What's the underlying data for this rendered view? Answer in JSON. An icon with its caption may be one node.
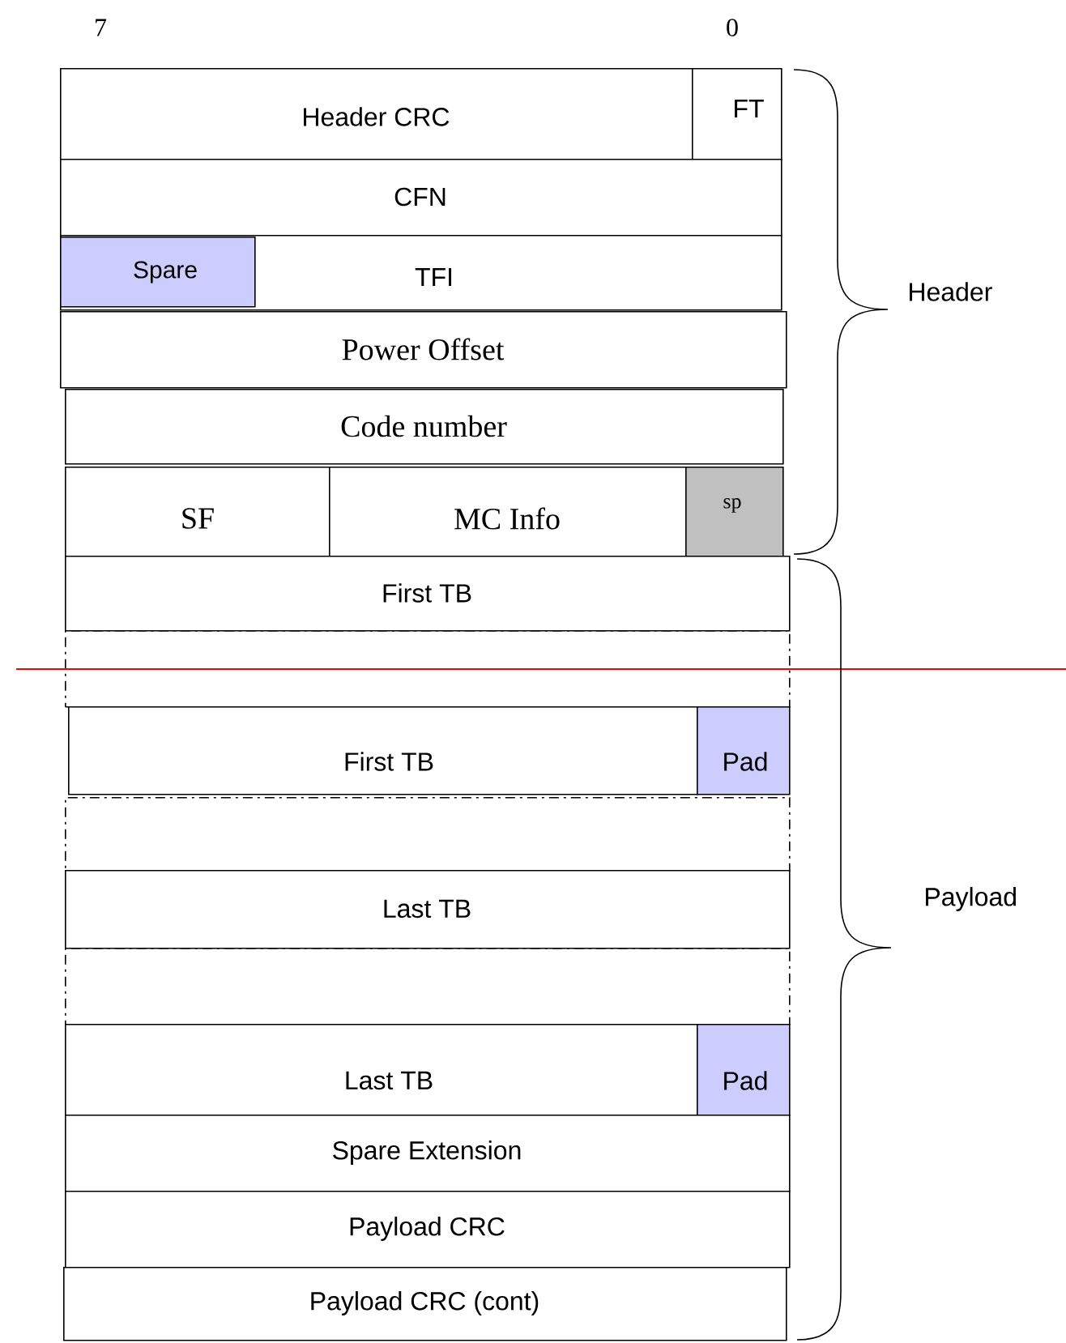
{
  "diagram": {
    "nodes": [
      {
        "text": [
          "Header CRC"
        ]
      },
      {
        "text": [
          "FT"
        ]
      },
      {
        "text": [
          "CFN"
        ]
      },
      {
        "text": [
          "TFI"
        ]
      },
      {
        "text": [
          "Spare"
        ],
        "in": 3
      },
      {
        "text": [
          "Power Offset"
        ]
      },
      {
        "text": [
          "Code number"
        ]
      },
      {
        "text": [
          "SF"
        ]
      },
      {
        "text": [
          "MC Info"
        ]
      },
      {
        "text": [
          "sp"
        ]
      },
      {
        "text": [
          "First TB"
        ]
      },
      {
        "text": [],
        "shape": "box"
      },
      {
        "text": [
          "First TB"
        ]
      },
      {
        "text": [
          "Pad"
        ]
      },
      {
        "text": [],
        "shape": "box"
      },
      {
        "text": [
          "Last TB"
        ]
      },
      {
        "text": [],
        "shape": "box"
      },
      {
        "text": [
          "Last TB"
        ]
      },
      {
        "text": [
          "Pad"
        ]
      },
      {
        "text": [
          "Spare Extension"
        ]
      },
      {
        "text": [
          "Payload CRC"
        ]
      },
      {
        "text": [
          "Payload CRC (cont)"
        ]
      }
    ],
    "labels": [
      "7",
      "0",
      "Header",
      "Payload"
    ]
  }
}
